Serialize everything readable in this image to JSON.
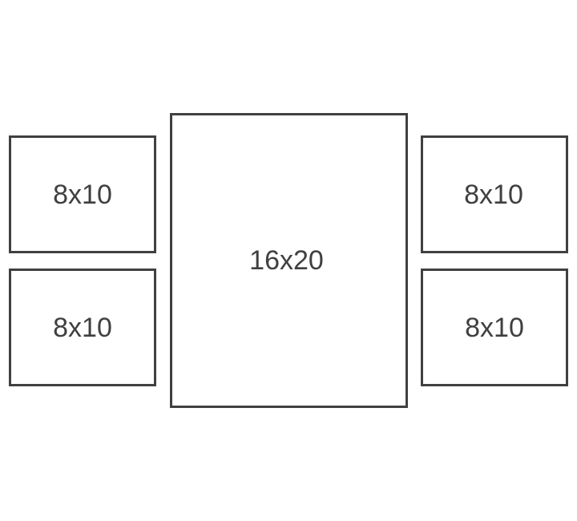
{
  "colors": {
    "stroke": "#404040",
    "text": "#404040",
    "background": "#ffffff"
  },
  "frames": [
    {
      "label": "8x10"
    },
    {
      "label": "8x10"
    },
    {
      "label": "16x20"
    },
    {
      "label": "8x10"
    },
    {
      "label": "8x10"
    }
  ]
}
